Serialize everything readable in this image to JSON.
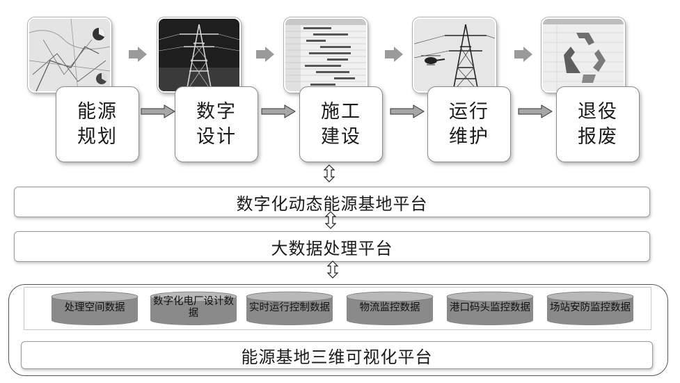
{
  "stages": [
    {
      "label": "能源规划",
      "image": "map-thumbnail"
    },
    {
      "label": "数字设计",
      "image": "tower-3d-thumbnail"
    },
    {
      "label": "施工建设",
      "image": "gantt-thumbnail"
    },
    {
      "label": "运行维护",
      "image": "helicopter-tower-thumbnail"
    },
    {
      "label": "退役报废",
      "image": "recycle-thumbnail"
    }
  ],
  "platforms": {
    "dynamic": "数字化动态能源基地平台",
    "bigdata": "大数据处理平台",
    "visual": "能源基地三维可视化平台"
  },
  "databases": [
    {
      "label": "处理空间数据"
    },
    {
      "label": "数字化电厂设计数据"
    },
    {
      "label": "实时运行控制数据"
    },
    {
      "label": "物流监控数据"
    },
    {
      "label": "港口码头监控数据"
    },
    {
      "label": "场站安防监控数据"
    }
  ],
  "colors": {
    "arrow": "#9a9a9a",
    "database": "#8a8a8a",
    "border": "#8c8c8c"
  }
}
